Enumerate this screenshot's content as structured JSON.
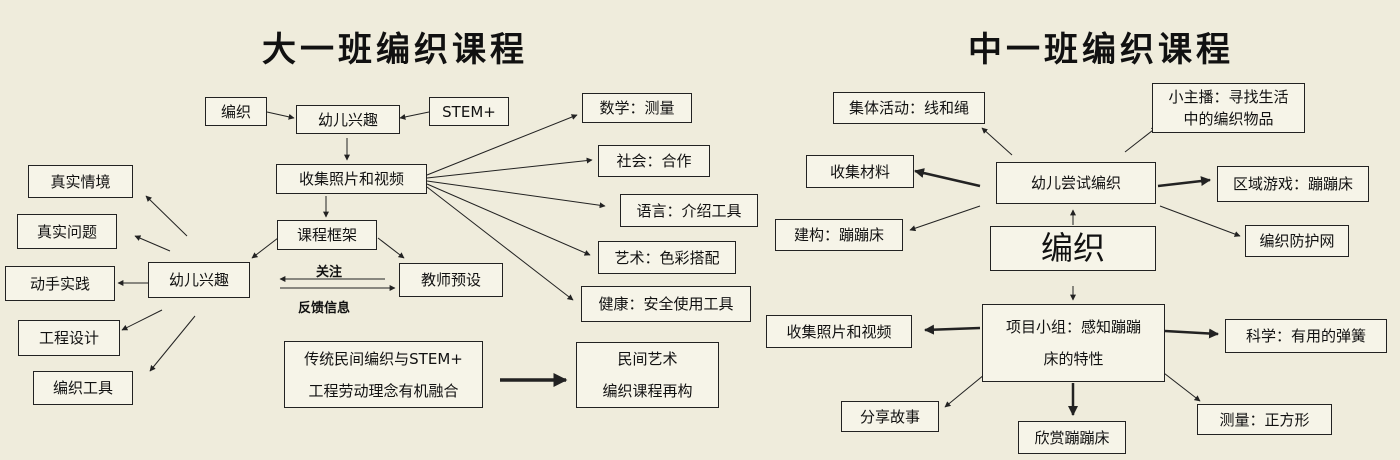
{
  "left": {
    "title": "大一班编织课程",
    "boxes": {
      "weave": "编织",
      "interest_top": "幼儿兴趣",
      "stem": "STEM+",
      "collect": "收集照片和视频",
      "framework": "课程框架",
      "interest_mid": "幼儿兴趣",
      "teacher": "教师预设",
      "real_situation": "真实情境",
      "real_problem": "真实问题",
      "hands_on": "动手实践",
      "engineering": "工程设计",
      "tools": "编织工具",
      "math": "数学：测量",
      "society": "社会：合作",
      "language": "语言：介绍工具",
      "art": "艺术：色彩搭配",
      "health": "健康：安全使用工具",
      "fusion_line1": "传统民间编织与STEM+",
      "fusion_line2": "工程劳动理念有机融合",
      "folk_line1": "民间艺术",
      "folk_line2": "编织课程再构"
    },
    "labels": {
      "attention": "关注",
      "feedback": "反馈信息"
    }
  },
  "right": {
    "title": "中一班编织课程",
    "boxes": {
      "group_activity": "集体活动：线和绳",
      "host_line1": "小主播：寻找生活",
      "host_line2": "中的编织物品",
      "collect_materials": "收集材料",
      "try_weave": "幼儿尝试编织",
      "area_game": "区域游戏：蹦蹦床",
      "build": "建构：蹦蹦床",
      "weave_center": "编织",
      "net": "编织防护网",
      "collect_photos": "收集照片和视频",
      "project_line1": "项目小组：感知蹦蹦",
      "project_line2": "床的特性",
      "science": "科学：有用的弹簧",
      "story": "分享故事",
      "appreciate": "欣赏蹦蹦床",
      "measure": "测量：正方形"
    }
  }
}
